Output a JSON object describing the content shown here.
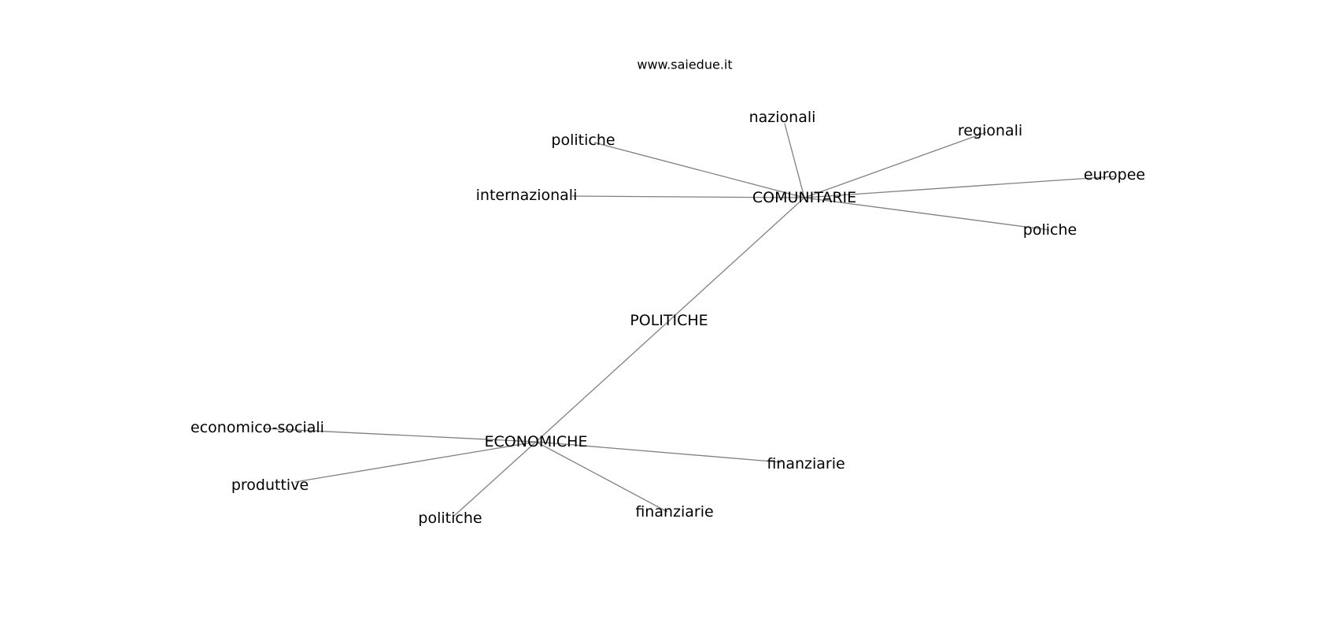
{
  "header": {
    "watermark": "www.saiedue.it"
  },
  "graph": {
    "nodes": [
      {
        "id": "politiche_root",
        "label": "POLITICHE"
      },
      {
        "id": "comunitarie",
        "label": "COMUNITARIE"
      },
      {
        "id": "economiche",
        "label": "ECONOMICHE"
      },
      {
        "id": "nazionali",
        "label": "nazionali"
      },
      {
        "id": "politiche_c",
        "label": "politiche"
      },
      {
        "id": "regionali",
        "label": "regionali"
      },
      {
        "id": "internazionali",
        "label": "internazionali"
      },
      {
        "id": "europee",
        "label": "europee"
      },
      {
        "id": "poliche",
        "label": "poliche"
      },
      {
        "id": "economico_sociali",
        "label": "economico-sociali"
      },
      {
        "id": "produttive",
        "label": "produttive"
      },
      {
        "id": "politiche_e",
        "label": "politiche"
      },
      {
        "id": "finanziarie_1",
        "label": "finanziarie"
      },
      {
        "id": "finanziarie_2",
        "label": "finanziarie"
      }
    ],
    "edges": [
      {
        "source": "comunitarie",
        "target": "economiche"
      },
      {
        "source": "comunitarie",
        "target": "nazionali"
      },
      {
        "source": "comunitarie",
        "target": "politiche_c"
      },
      {
        "source": "comunitarie",
        "target": "regionali"
      },
      {
        "source": "comunitarie",
        "target": "internazionali"
      },
      {
        "source": "comunitarie",
        "target": "europee"
      },
      {
        "source": "comunitarie",
        "target": "poliche"
      },
      {
        "source": "economiche",
        "target": "economico_sociali"
      },
      {
        "source": "economiche",
        "target": "produttive"
      },
      {
        "source": "economiche",
        "target": "politiche_e"
      },
      {
        "source": "economiche",
        "target": "finanziarie_1"
      },
      {
        "source": "economiche",
        "target": "finanziarie_2"
      }
    ]
  }
}
